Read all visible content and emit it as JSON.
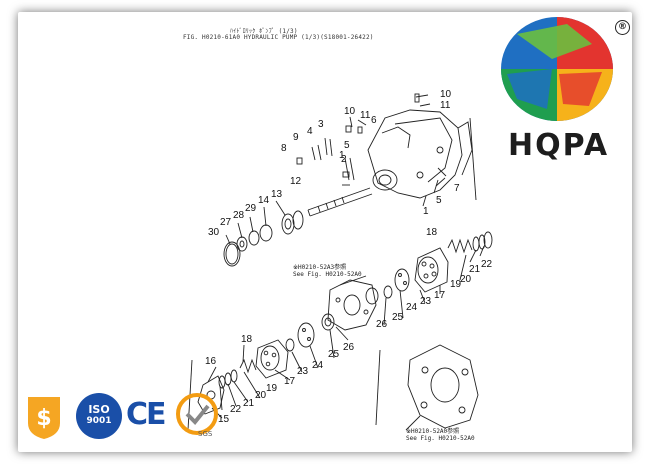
{
  "header": {
    "line1": "ﾊｲﾄﾞﾛﾘｯｸ ﾎﾟﾝﾌﾟ  (1/3)",
    "line2": "FIG. H0210-61A0   HYDRAULIC PUMP (1/3)(S18001-26422)"
  },
  "brand": {
    "name": "HQPA",
    "registered_mark": "®",
    "logo_colors": [
      "#e3342f",
      "#f6b21a",
      "#1f9e4f",
      "#1f6fc2",
      "#6abf3f"
    ]
  },
  "refs": {
    "ref1_jp": "※H0210-52A3参照",
    "ref1_en": "See Fig. H0210-52A0",
    "ref2_jp": "※H0210-52A0参照",
    "ref2_en": "See Fig. H0210-52A0"
  },
  "part_numbers": [
    "10",
    "11",
    "10",
    "11",
    "6",
    "9",
    "4",
    "3",
    "8",
    "1",
    "5",
    "2",
    "7",
    "12",
    "13",
    "5",
    "1",
    "14",
    "29",
    "28",
    "27",
    "30",
    "18",
    "22",
    "21",
    "20",
    "19",
    "17",
    "23",
    "24",
    "25",
    "26",
    "26",
    "25",
    "24",
    "23",
    "17",
    "18",
    "16",
    "22",
    "21",
    "20",
    "19",
    "15"
  ],
  "certifications": {
    "iso_line1": "ISO",
    "iso_line2": "9001",
    "ce": "CE",
    "sgs": "SGS"
  }
}
